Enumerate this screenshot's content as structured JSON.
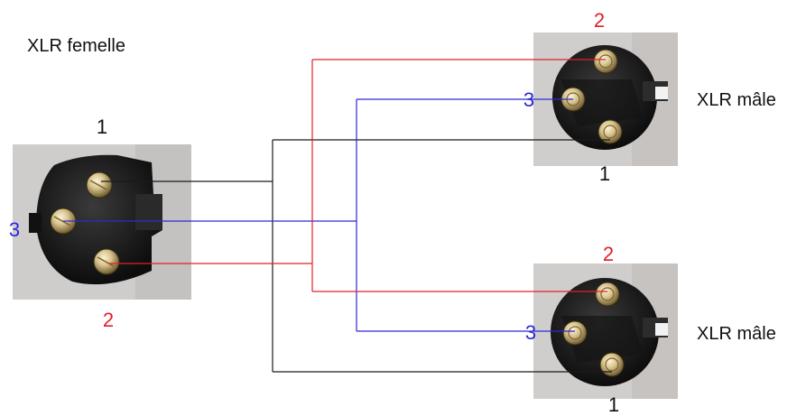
{
  "female_connector": {
    "title": "XLR femelle",
    "pin_labels": {
      "p1": "1",
      "p2": "2",
      "p3": "3"
    }
  },
  "male_connector_top": {
    "title": "XLR mâle",
    "pin_labels": {
      "p1": "1",
      "p2": "2",
      "p3": "3"
    }
  },
  "male_connector_bottom": {
    "title": "XLR mâle",
    "pin_labels": {
      "p1": "1",
      "p2": "2",
      "p3": "3"
    }
  },
  "colors": {
    "pin1_wire": "#1a1a1a",
    "pin2_wire": "#e0202a",
    "pin3_wire": "#2a2ad8",
    "label_black": "#111111",
    "label_red": "#e0202a",
    "label_blue": "#2a2ad8",
    "photo_bg": "#cfcfcf",
    "connector_body": "#1c1c1c"
  }
}
